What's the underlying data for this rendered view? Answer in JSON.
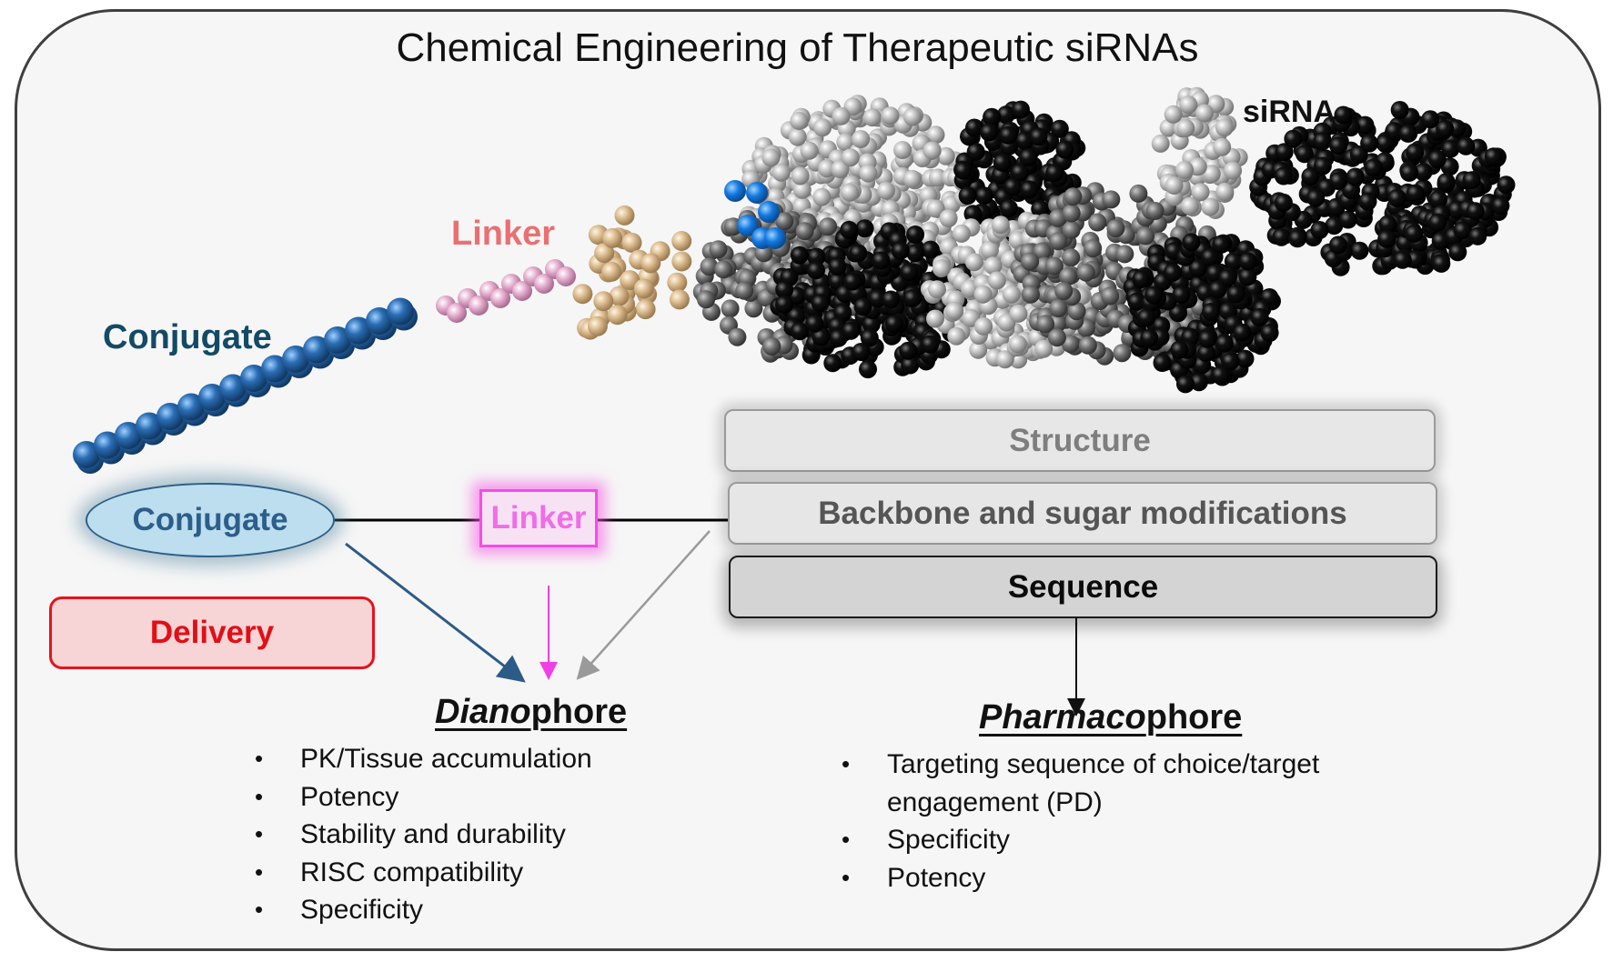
{
  "title": "Chemical Engineering of Therapeutic siRNAs",
  "molecule_labels": {
    "conjugate": "Conjugate",
    "linker": "Linker",
    "sirna": "siRNA"
  },
  "colors": {
    "conjugate_beads": "#2a6db4",
    "linker_beads": "#e3a9cc",
    "spacer_beads": "#d8b88a",
    "sirna_light": "#bdbdbd",
    "sirna_dark": "#111111",
    "highlight_blue": "#1478e0"
  },
  "schematic": {
    "conjugate": "Conjugate",
    "linker": "Linker",
    "delivery": "Delivery",
    "stack": {
      "structure": "Structure",
      "backbone": "Backbone and sugar modifications",
      "sequence": "Sequence"
    }
  },
  "dianophore": {
    "heading_italic": "Diano",
    "heading_rest": "phore",
    "items": [
      "PK/Tissue accumulation",
      "Potency",
      "Stability and durability",
      "RISC compatibility",
      "Specificity"
    ]
  },
  "pharmacophore": {
    "heading_italic": "Pharmaco",
    "heading_rest": "phore",
    "items": [
      "Targeting sequence of choice/target engagement (PD)",
      "Specificity",
      "Potency"
    ]
  }
}
